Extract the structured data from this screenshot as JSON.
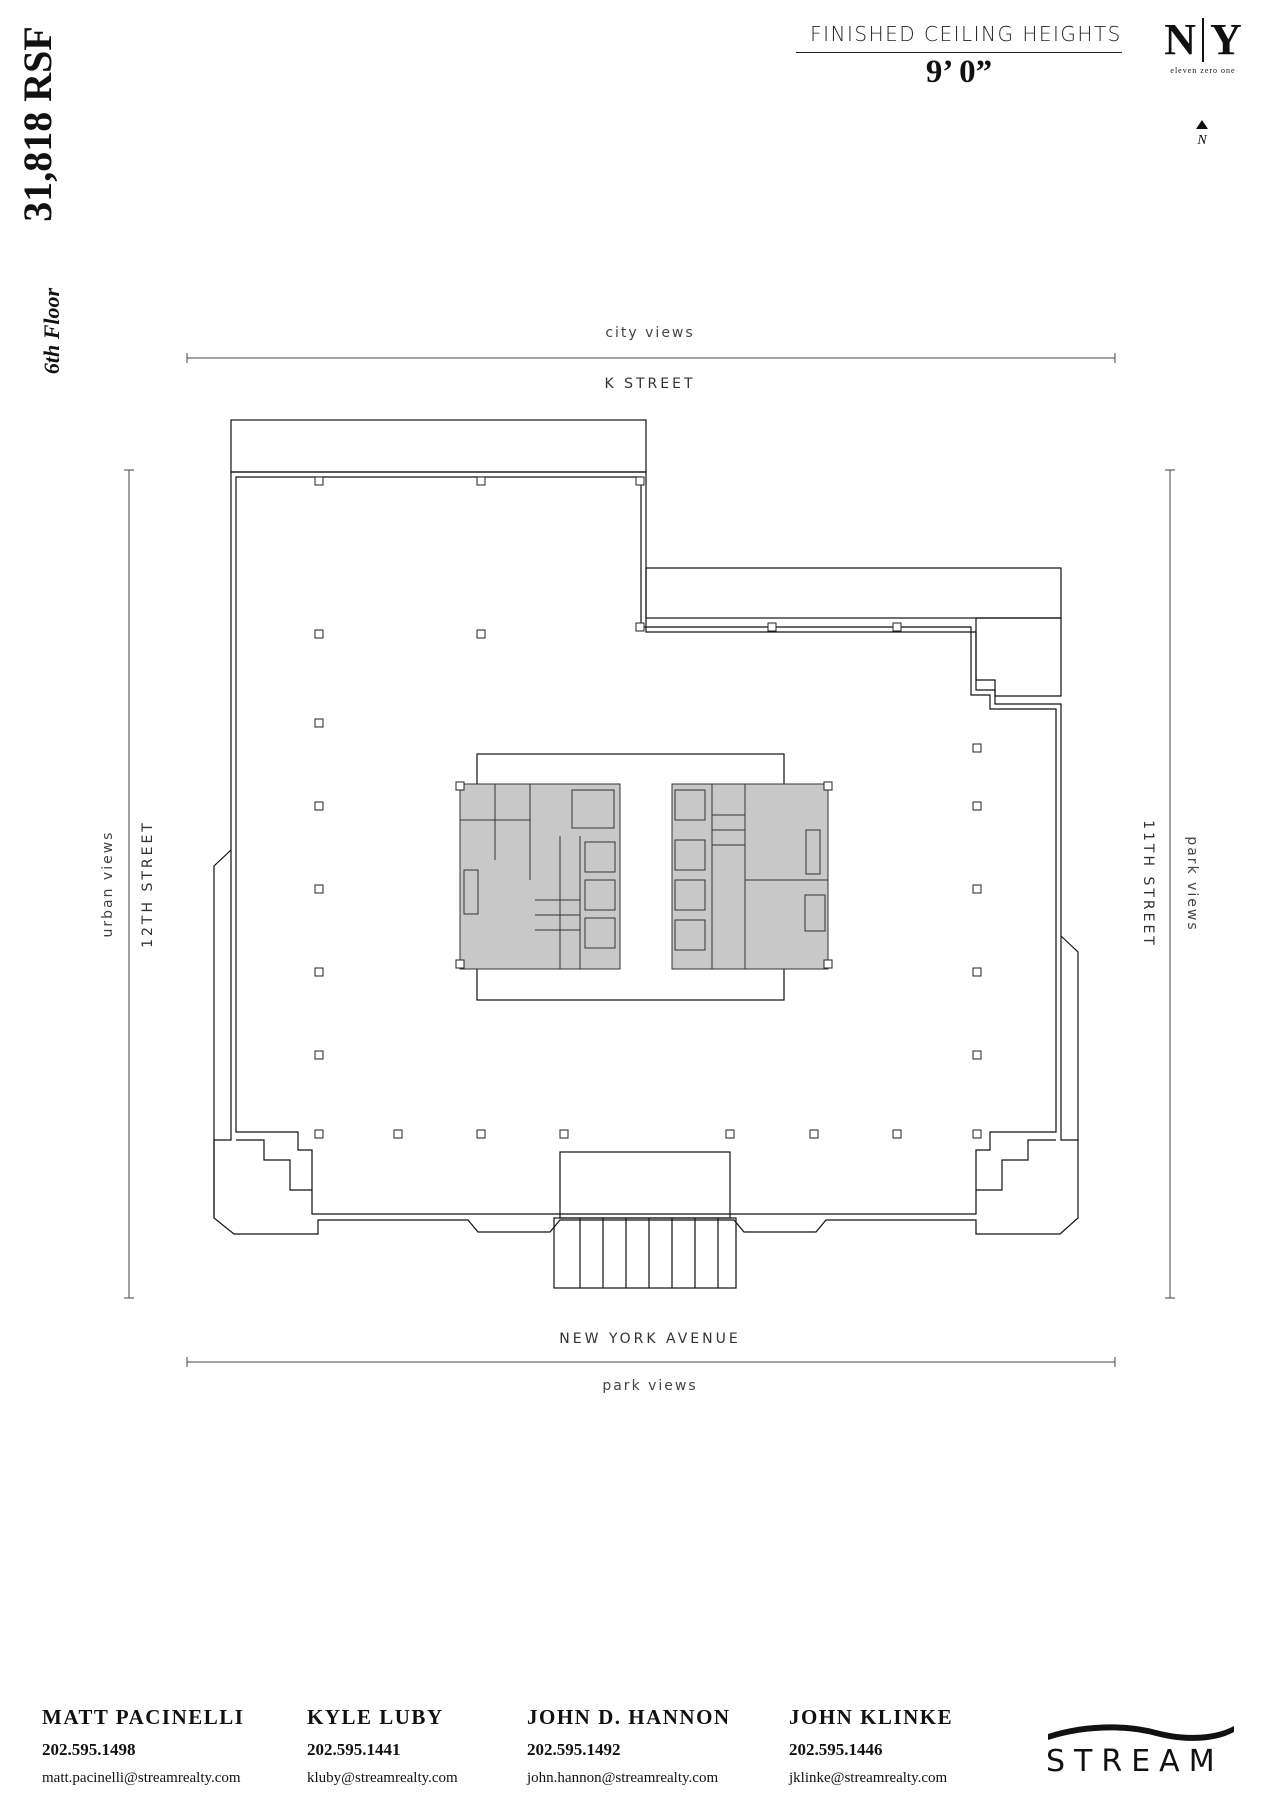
{
  "floor": {
    "label": "6th Floor",
    "area": "31,818 RSF"
  },
  "ceiling": {
    "label": "FINISHED CEILING HEIGHTS",
    "value": "9’ 0”"
  },
  "logo": {
    "left": "N",
    "right": "Y",
    "tagline": "eleven zero one"
  },
  "north": {
    "label": "N"
  },
  "streets": {
    "top": "K STREET",
    "bottom": "NEW YORK AVENUE",
    "left": "12TH STREET",
    "right": "11TH STREET"
  },
  "views": {
    "top": "city views",
    "bottom": "park views",
    "left": "urban views",
    "right": "park views"
  },
  "contacts": [
    {
      "name": "MATT PACINELLI",
      "phone": "202.595.1498",
      "email": "matt.pacinelli@streamrealty.com"
    },
    {
      "name": "KYLE LUBY",
      "phone": "202.595.1441",
      "email": "kluby@streamrealty.com"
    },
    {
      "name": "JOHN D. HANNON",
      "phone": "202.595.1492",
      "email": "john.hannon@streamrealty.com"
    },
    {
      "name": "JOHN KLINKE",
      "phone": "202.595.1446",
      "email": "jklinke@streamrealty.com"
    }
  ],
  "company": {
    "name": "STREAM"
  }
}
